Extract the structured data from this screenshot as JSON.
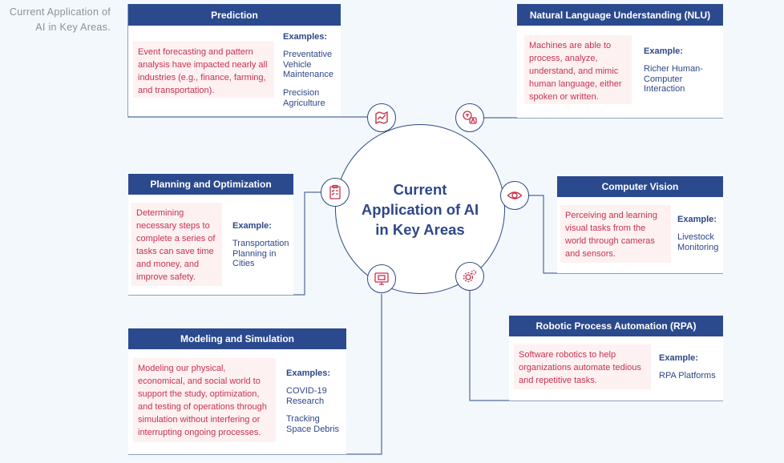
{
  "corner_title": "Current Application of AI in Key Areas.",
  "hub_title": "Current Application of AI in Key Areas",
  "colors": {
    "navy": "#2b4a8e",
    "crimson": "#c5334f",
    "pink_bg": "#fdf1f2",
    "page_bg": "#f3f8fc"
  },
  "cards": {
    "prediction": {
      "title": "Prediction",
      "description": "Event forecasting and pattern analysis have impacted nearly all industries (e.g., finance, farming, and transportation).",
      "example_label": "Examples:",
      "examples": [
        "Preventative Vehicle Maintenance",
        "Precision Agriculture"
      ],
      "icon": "trend-map-icon"
    },
    "nlu": {
      "title": "Natural Language Understanding (NLU)",
      "description": "Machines are able to process, analyze, understand, and mimic human language, either spoken or written.",
      "example_label": "Example:",
      "examples": [
        "Richer Human-Computer Interaction"
      ],
      "icon": "translate-icon"
    },
    "planning": {
      "title": "Planning and Optimization",
      "description": "Determining necessary steps to complete a series of tasks can save time and money, and improve safety.",
      "example_label": "Example:",
      "examples": [
        "Transportation Planning in Cities"
      ],
      "icon": "clipboard-checklist-icon"
    },
    "vision": {
      "title": "Computer Vision",
      "description": "Perceiving and learning visual tasks from the world through cameras and sensors.",
      "example_label": "Example:",
      "examples": [
        "Livestock Monitoring"
      ],
      "icon": "eye-icon"
    },
    "modeling": {
      "title": "Modeling and Simulation",
      "description": "Modeling our physical, economical, and social world to support the study, optimization, and testing of operations through simulation without interfering or interrupting ongoing processes.",
      "example_label": "Examples:",
      "examples": [
        "COVID-19 Research",
        "Tracking Space Debris"
      ],
      "icon": "monitor-icon"
    },
    "rpa": {
      "title": "Robotic Process Automation (RPA)",
      "description": "Software robotics to help organizations automate tedious and repetitive tasks.",
      "example_label": "Example:",
      "examples": [
        "RPA Platforms"
      ],
      "icon": "gears-icon"
    }
  }
}
